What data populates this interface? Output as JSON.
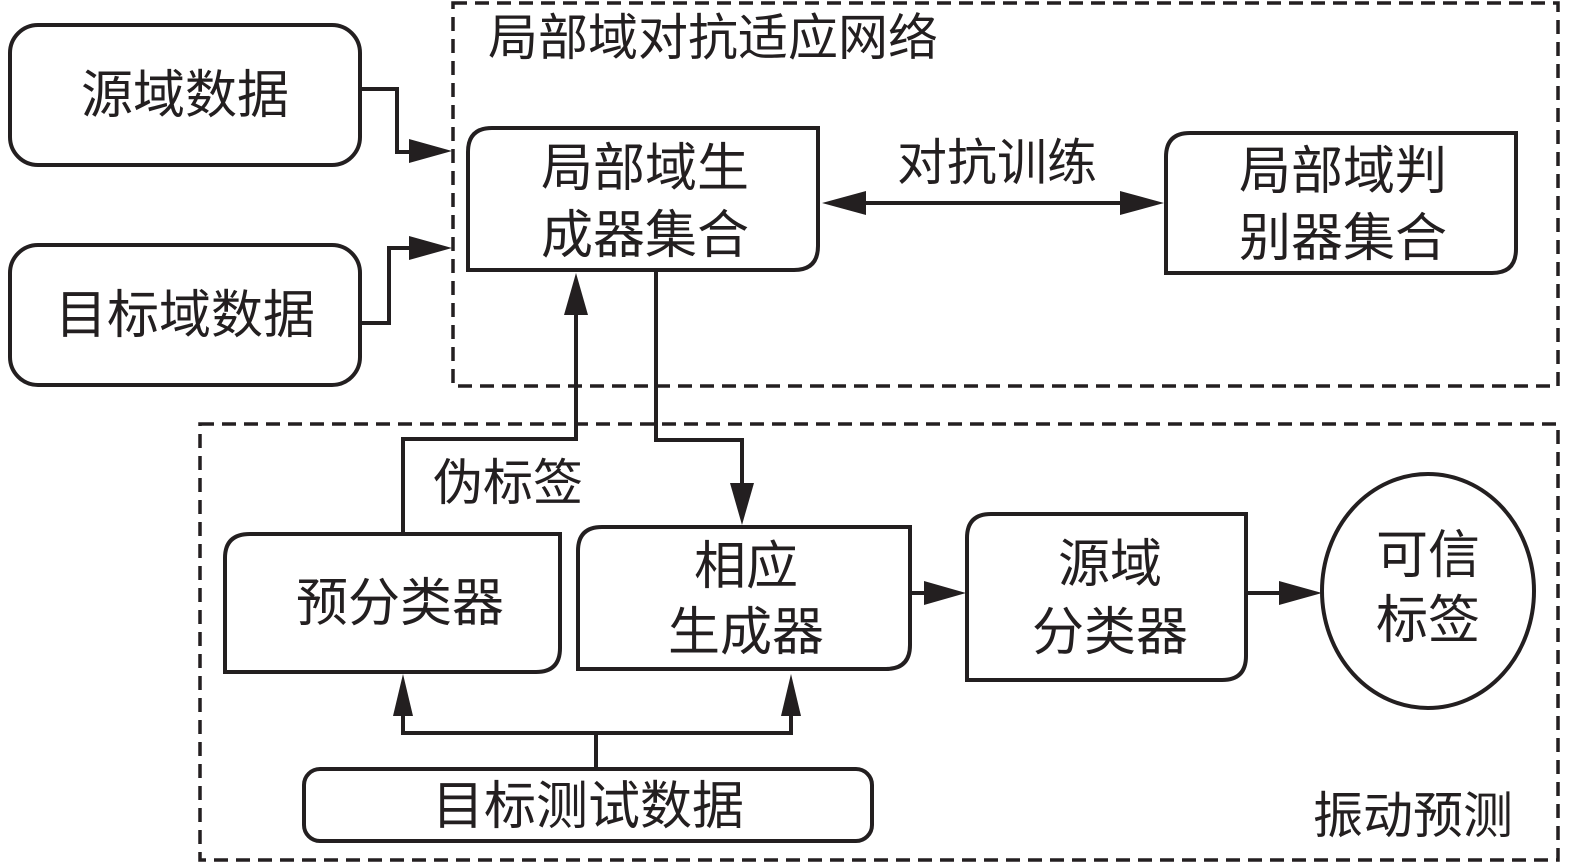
{
  "diagram": {
    "groups": {
      "adversarial": {
        "title": "局部域对抗适应网络"
      },
      "prediction": {
        "title": "振动预测"
      }
    },
    "nodes": {
      "source_data": {
        "lines": [
          "源域数据"
        ]
      },
      "target_data": {
        "lines": [
          "目标域数据"
        ]
      },
      "generator_set": {
        "lines": [
          "局部域生",
          "成器集合"
        ]
      },
      "discriminator_set": {
        "lines": [
          "局部域判",
          "别器集合"
        ]
      },
      "pre_classifier": {
        "lines": [
          "预分类器"
        ]
      },
      "corresponding_generator": {
        "lines": [
          "相应",
          "生成器"
        ]
      },
      "source_classifier": {
        "lines": [
          "源域",
          "分类器"
        ]
      },
      "trusted_label": {
        "lines": [
          "可信",
          "标签"
        ]
      },
      "target_test_data": {
        "lines": [
          "目标测试数据"
        ]
      }
    },
    "edges": {
      "adversarial_training": "对抗训练",
      "pseudo_label": "伪标签"
    }
  }
}
